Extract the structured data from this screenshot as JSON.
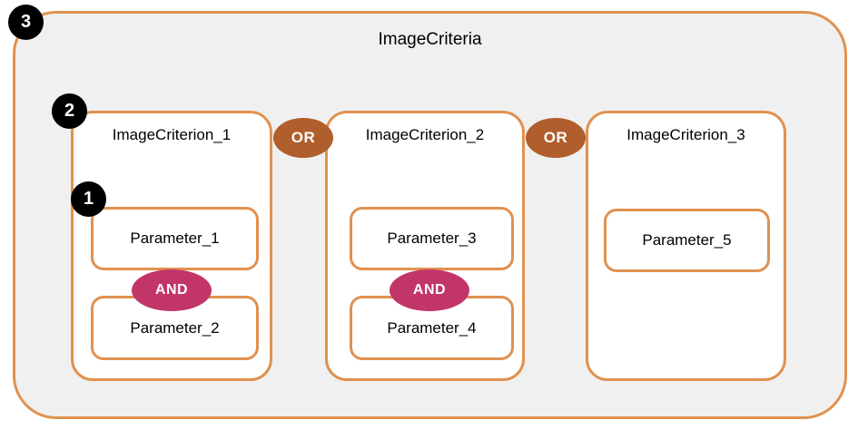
{
  "colors": {
    "border_orange": "#E0914F",
    "or_badge": "#B05E2B",
    "and_badge": "#C23568",
    "container_fill": "#F0F0F0",
    "box_fill": "#FFFFFF",
    "marker_fill": "#000000",
    "badge_text": "#FFFFFF",
    "text": "#000000"
  },
  "diagram": {
    "title": "ImageCriteria",
    "markers": {
      "level1": "1",
      "level2": "2",
      "level3": "3"
    },
    "criteria": [
      {
        "label": "ImageCriterion_1",
        "parameters": [
          "Parameter_1",
          "Parameter_2"
        ],
        "param_operator": "AND"
      },
      {
        "label": "ImageCriterion_2",
        "parameters": [
          "Parameter_3",
          "Parameter_4"
        ],
        "param_operator": "AND"
      },
      {
        "label": "ImageCriterion_3",
        "parameters": [
          "Parameter_5"
        ]
      }
    ],
    "criteria_operators": [
      "OR",
      "OR"
    ]
  }
}
